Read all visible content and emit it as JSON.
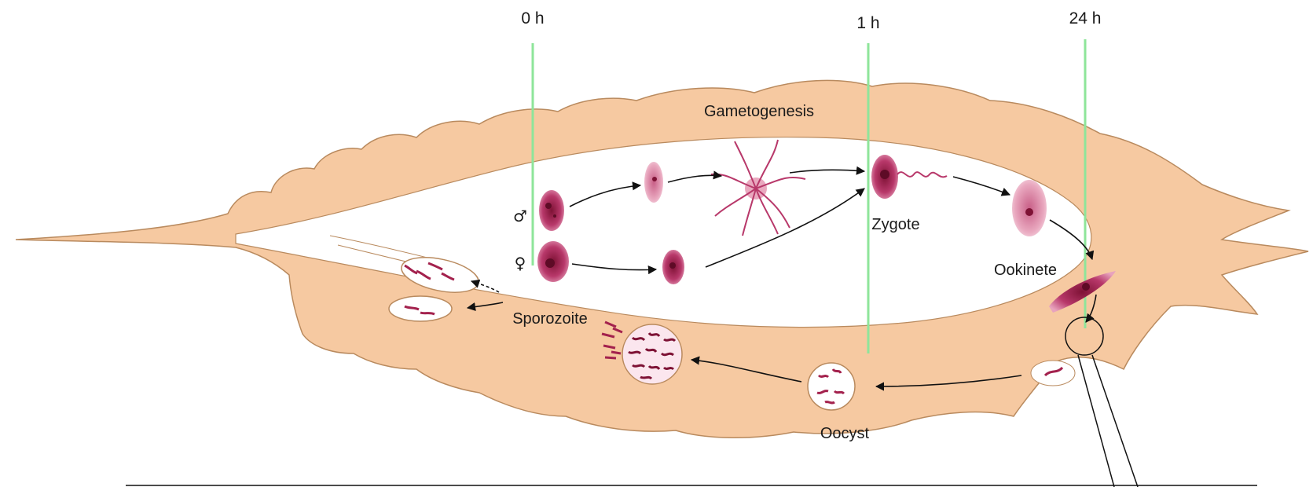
{
  "timepoints": [
    "0 h",
    "1 h",
    "24 h"
  ],
  "labels": {
    "gametogenesis": "Gametogenesis",
    "zygote": "Zygote",
    "ookinete": "Ookinete",
    "oocyst": "Oocyst",
    "sporozoite": "Sporozoite",
    "male_symbol": "♂",
    "female_symbol": "♀"
  },
  "colors": {
    "gut_tissue": "#f6c9a1",
    "gut_outline": "#b98a5e",
    "timeline": "#8ee59a",
    "parasite": "#a3214d",
    "parasite_light": "#e9a8bf"
  }
}
